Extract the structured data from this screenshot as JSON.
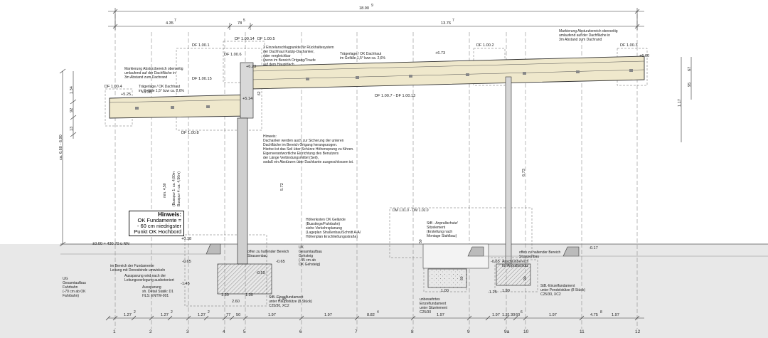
{
  "dims_top": {
    "overall": "18.90",
    "overall_sup": "9",
    "left": "4.35",
    "left_sup": "7",
    "mid": "78",
    "mid_sup": "5",
    "right": "13.76",
    "right_sup": "7"
  },
  "df_tags": [
    "DF 1.00.1",
    "DF 1.00.14",
    "DF 1.00.5",
    "DF 1.00.6",
    "DF 1.00.2",
    "DF 1.00.3",
    "DF 1.00.4",
    "DF 1.00.15",
    "DF 1.00.7 - DF 1.00.13",
    "DF 1.00.8"
  ],
  "levels": {
    "l673": "+6.73",
    "l660": "+6.60",
    "l623": "+6.23",
    "l538": "+5.38",
    "l525": "+5.25",
    "l514": "+5.14",
    "l018": "+0.18",
    "l000": "±0.00 = 430.70 ü NN",
    "lm017": "-0.17",
    "lm065a": "-0.65",
    "lm065b": "-0.65",
    "lm065c": "-0.65",
    "lm059": "-0.59",
    "lm145": "-1.45",
    "lm125": "-1.25"
  },
  "notes": {
    "edge_marking_right": [
      "Markierung Absturzbereich oberseitig",
      "umlaufend auf der Dachfläche in",
      "3m Abstand zum Dachrand"
    ],
    "edge_marking_left": [
      "Markierung Absturzbereich oberseitig",
      "umlaufend auf der Dachfläche in",
      "3m Abstand zum Dachrand"
    ],
    "trager_right": [
      "Trägerlage / OK Dachhaut",
      "im Gefälle 1,5° bzw ca. 2,6%"
    ],
    "trager_left": [
      "Trägerlage / OK Dachhaut",
      "im Gefälle 1,5° bzw ca. 2,6%"
    ],
    "anchor_points": [
      "2 Einzelanschlagpunkte für Rückhaltesystem",
      "der Dachhaut Kalzip-Dachanker,",
      "oder vergleichbar",
      "(wenn im Bereich Ortgang/Traufe",
      "auf dem Hauptdach"
    ],
    "hinweis_anchor": [
      "Hinweis:",
      "Dachanker werden auch zur Sicherung der unteren",
      "Dachfläche im Bereich Ortgang herangezogen.",
      "Hierbei ist das Seil über Schürze Höhensprung zu führen.",
      "Eigenverantwortliche Einrichtung des Benutzers",
      "der Länge Verbindungsmittel (Seil),",
      "sodaß ein Abstürzen über Dachkante ausgeschlossen ist."
    ],
    "hohenkoten": [
      "Höhenkoten OK Gelände",
      "(Busstiege/Fahrbahn)",
      "siehe Verkehrsplanung",
      "(Lageplan Straßenbau/Schnitt A-A/",
      "Höhenplan Erschließungsstraße)"
    ],
    "anprall": [
      "StB - Anprallschutz/",
      "Sitzelement",
      "(Erstellung nach",
      "Montage Stahlbau)"
    ],
    "dm_tag": "DM 1.01.0 - DM 1.02.0",
    "ug_left": [
      "UG",
      "Gesamtaufbau",
      "Fahrbahn",
      "(-70 cm ab OK",
      "Fahrbahn)"
    ],
    "ug_mid": [
      "UK",
      "Gesamtaufbau",
      "Gehsteig",
      "(-45 cm ab",
      "OK Gehsteig)"
    ],
    "offen_left": [
      "offen zu haltender Bereich",
      "Strassenbau"
    ],
    "offen_right": [
      "offen zu haltender Bereich",
      "Strassenbau"
    ],
    "anschluss": [
      "Anschlußbereich",
      "für Anprallschutz"
    ],
    "fundament_note": [
      "im Bereich der Fundamente",
      "Leitung mit Denosbinde umwickeln"
    ],
    "aussparung": [
      "Aussparung wird nach der",
      "Leitungsverlegung ausbetoniert"
    ],
    "aussparung2": [
      "Aussparung",
      "sh. Detail Statik: D1",
      "HLS: ENTW-001"
    ],
    "einzel_haupt": [
      "StB.-Einzelfundament",
      "unter Hauptstütze (8 Stück)",
      "C25/30, XC2"
    ],
    "einzel_sitz": [
      "unbewehrtes",
      "Einzelfundament",
      "unter Sitzelement",
      "C25/30"
    ],
    "einzel_pendel": [
      "StB.-Einzelfundament",
      "unter Pendelstütze (8 Stück)",
      "C25/30, XC2"
    ],
    "min_height": "min. 4,50",
    "busspur": [
      "(Busspur 1: ca. 4,80m",
      "Busspur 4: ca. 4,50m)"
    ],
    "ca_height": "ca. 6,60 - 6,90",
    "h572": "5.72",
    "h673": "6.73",
    "h117": "1.17",
    "h095": "95",
    "h067": "67",
    "h134": "1.34",
    "h092": "92",
    "h013": "13",
    "h062": "62",
    "h050": "50",
    "h060": "60",
    "h090": "90"
  },
  "hinweis_box": {
    "title": "Hinweis:",
    "lines": [
      "OK Fundamente =",
      "- 60 cm niedrigster",
      "Punkt OK Hochbord"
    ]
  },
  "foundation_dims": {
    "f130a": "1.30",
    "f130b": "1.30",
    "f260": "2.60",
    "f145": "1.45",
    "f100": "1.00",
    "f190": "1.90"
  },
  "bottom_dims": [
    "1.27",
    "1.27",
    "1.27",
    "77",
    "50",
    "1.97",
    "1.97",
    "8.82",
    "1.97",
    "1.97",
    "1.31",
    "30",
    "60",
    "1.97",
    "4.75",
    "1.97"
  ],
  "bottom_dim_sups": [
    "2",
    "2",
    "2",
    "",
    "",
    "",
    "",
    "4",
    "",
    "",
    "",
    "6",
    "",
    "",
    "8",
    ""
  ],
  "axes": [
    "1",
    "2",
    "3",
    "4",
    "5",
    "6",
    "7",
    "8",
    "9",
    "9a",
    "10",
    "11",
    "12"
  ]
}
